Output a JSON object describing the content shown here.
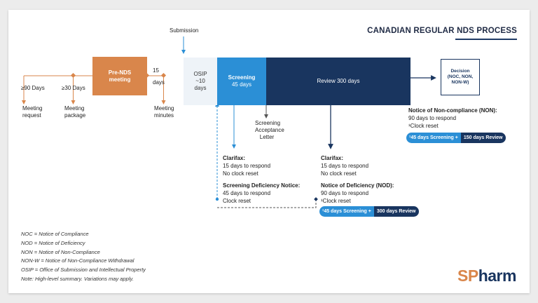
{
  "title": "CANADIAN REGULAR NDS PROCESS",
  "submission": "Submission",
  "pre": {
    "t90": "≥90  Days",
    "t30": "≥30  Days",
    "meeting_request": [
      "Meeting",
      "request"
    ],
    "meeting_package": [
      "Meeting",
      "package"
    ],
    "prends": [
      "Pre-NDS",
      "meeting"
    ],
    "d15": "15",
    "days": "days",
    "meeting_minutes": [
      "Meeting",
      "minutes"
    ]
  },
  "phases": {
    "osip": [
      "OSIP",
      "~10",
      "days"
    ],
    "screening": [
      "Screening",
      "45 days"
    ],
    "review": "Review 300 days",
    "decision": [
      "Decision",
      "(NOC, NON,",
      "NON-W)"
    ]
  },
  "screening_acceptance": [
    "Screening",
    "Acceptance",
    "Letter"
  ],
  "non": {
    "title": "Notice of Non-compliance (NON):",
    "line1": "90 days to respond",
    "line2": "¹Clock reset",
    "pill_a": "¹45 days Screening +",
    "pill_b": "150 days Review"
  },
  "left_block": {
    "clar_title": "Clarifax:",
    "clar_1": "15 days to respond",
    "clar_2": "No clock reset",
    "sdn_title": "Screening Deficiency Notice:",
    "sdn_1": "45 days to respond",
    "sdn_2": "Clock reset"
  },
  "right_block": {
    "clar_title": "Clarifax:",
    "clar_1": "15 days to respond",
    "clar_2": "No clock reset",
    "nod_title": "Notice of Deficiency (NOD):",
    "nod_1": "90 days to respond",
    "nod_2": "¹Clock reset",
    "pill_a": "¹45 days Screening +",
    "pill_b": "300 days Review"
  },
  "legend": [
    "NOC = Notice of Compliance",
    "NOD = Notice of Deficiency",
    "NON = Notice of Non-Compliance",
    "NON-W = Notice of Non-Compliance Withdrawal",
    "OSIP = Office of Submission and Intellectual Property",
    "Note: High-level summary. Variations may apply."
  ],
  "logo": {
    "sp": "SP",
    "rest": "harm"
  },
  "colors": {
    "orange": "#d9864b",
    "blue": "#2b8fd6",
    "navy": "#19355f",
    "light": "#eef3f8"
  }
}
